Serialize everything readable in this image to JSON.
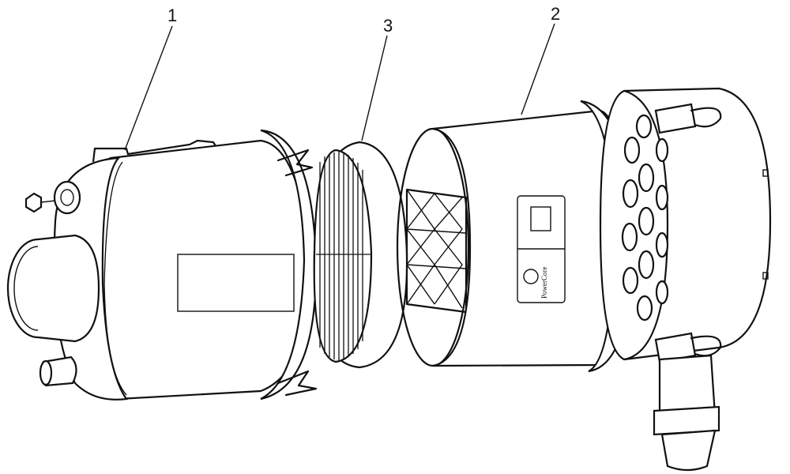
{
  "callouts": [
    {
      "id": "1",
      "label": "1"
    },
    {
      "id": "2",
      "label": "2"
    },
    {
      "id": "3",
      "label": "3"
    }
  ],
  "brand_label": "PowerCore",
  "colors": {
    "line": "#111111",
    "background": "#ffffff"
  }
}
